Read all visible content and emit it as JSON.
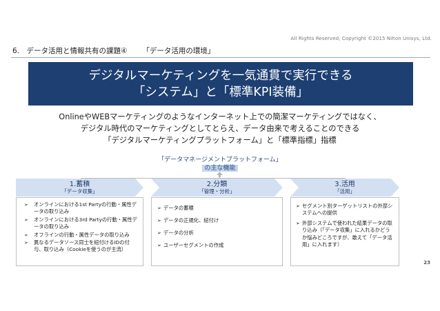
{
  "copyright": "All Rights Reserved, Copyright ©2015  Nihon Unisys, Ltd.",
  "section": {
    "title": "6.　データ活用と情報共有の課題④",
    "subtitle": "「データ活用の環境」"
  },
  "banner": {
    "line1": "デジタルマーケティングを一気通貫で実行できる",
    "line2": "「システム」と「標準KPI装備」"
  },
  "lead": {
    "line1": "OnlineやWEBマーケティングのようなインターネット上での簡潔マーケティングではなく、",
    "line2": "デジタル時代のマーケティングとしてとらえ、データ由来で考えることのできる",
    "line3": "「デジタルマーケティングプラットフォーム」と「標準指標」指標"
  },
  "platform": {
    "line1": "「データマネージメントプラットフォーム」",
    "line2": "の主な機能"
  },
  "steps": [
    {
      "title": "1.蓄積",
      "subtitle": "「データ収集」",
      "marker": "➢",
      "items": [
        "オンラインにおける1st Partyの行動・属性データの取り込み",
        "オンラインにおける3rd Partyの行動・属性データの取り込み",
        "オフラインの行動・属性データの取り込み",
        "異なるデータソース同士を紐付けるIDの付与、取り込み（Cookieを使うのが主流）"
      ]
    },
    {
      "title": "2.分類",
      "subtitle": "「管理・分析」",
      "marker": "➢",
      "items": [
        "データの蓄積",
        "データの正規化、紐付け",
        "データの分析",
        "ユーザーセグメントの作成"
      ]
    },
    {
      "title": "3.活用",
      "subtitle": "「活用」",
      "marker": "➢",
      "items": [
        "セグメント別ターゲットリストの外部システムへの提供",
        "外部システムで使われた結果データの取り込み（「データ収集」に入れるかどうか悩みどころですが、敢えて「データ活用」に入れます）"
      ]
    }
  ],
  "page_number": "23",
  "colors": {
    "banner_bg": "#1d3f72",
    "chevron_fill": "#d3e0f2",
    "highlight": "#c6d7ee",
    "accent_text": "#2a4d7e"
  }
}
